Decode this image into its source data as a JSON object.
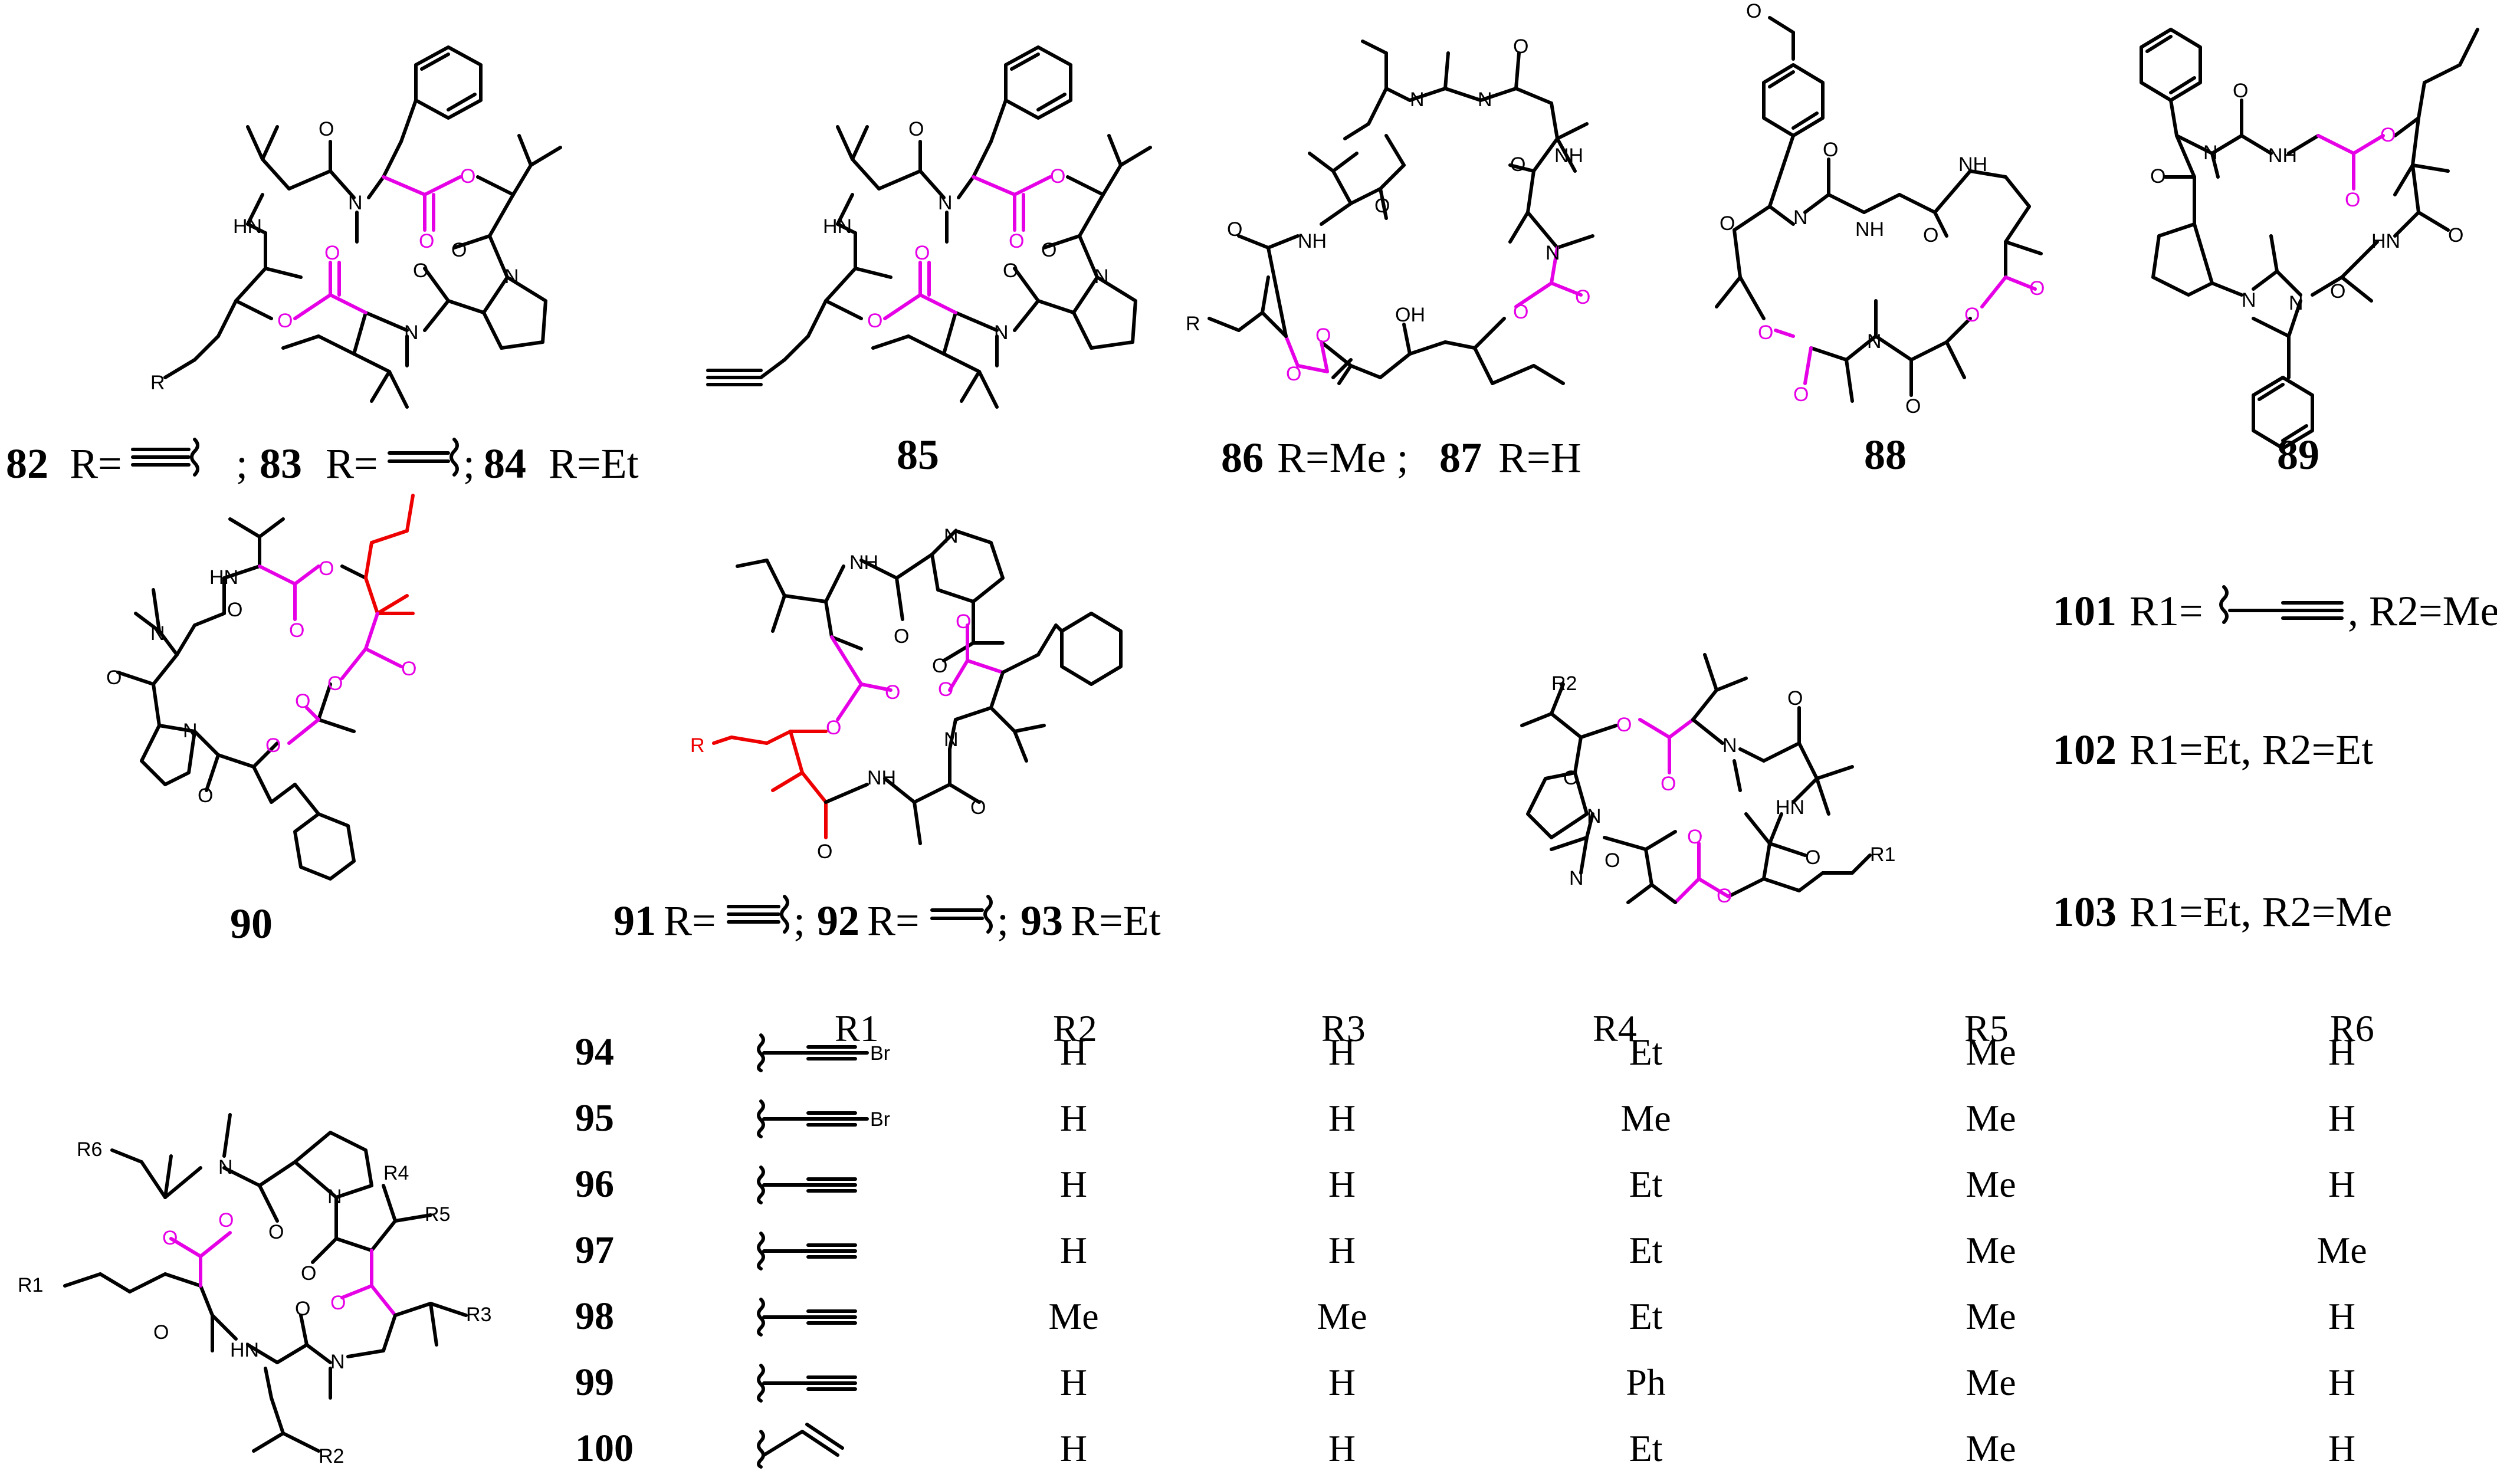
{
  "captions": {
    "c82": {
      "num1": "82",
      "t1": "R=",
      "sep1": ";",
      "num2": "83",
      "t2": "R=",
      "sep2": ";",
      "num3": "84",
      "t3": "R=Et"
    },
    "c85": {
      "num": "85"
    },
    "c86": {
      "num1": "86",
      "t1": "R=Me ;",
      "num2": "87",
      "t2": "R=H"
    },
    "c88": {
      "num": "88"
    },
    "c89": {
      "num": "89"
    },
    "c90": {
      "num": "90"
    },
    "c91": {
      "num1": "91",
      "t1": "R=",
      "sep1": ";",
      "num2": "92",
      "t2": "R=",
      "sep2": ";",
      "num3": "93",
      "t3": "R=Et"
    },
    "c101": {
      "num": "101",
      "t": "R1=",
      "t2": ", R2=Me"
    },
    "c102": {
      "num": "102",
      "t": "R1=Et, R2=Et"
    },
    "c103": {
      "num": "103",
      "t": "R1=Et, R2=Me"
    }
  },
  "atoms": {
    "NH": "NH",
    "HN": "HN",
    "N": "N",
    "O": "O",
    "OH": "OH",
    "R": "R",
    "R1": "R1",
    "R2": "R2",
    "R3": "R3",
    "R4": "R4",
    "R5": "R5",
    "R6": "R6",
    "Br": "Br"
  },
  "table": {
    "headers": [
      "R1",
      "R2",
      "R3",
      "R4",
      "R5",
      "R6"
    ],
    "rows": [
      {
        "id": "94",
        "r1": "Br-alkyne",
        "r2": "H",
        "r3": "H",
        "r4": "Et",
        "r5": "Me",
        "r6": "H"
      },
      {
        "id": "95",
        "r1": "Br-alkyne",
        "r2": "H",
        "r3": "H",
        "r4": "Me",
        "r5": "Me",
        "r6": "H"
      },
      {
        "id": "96",
        "r1": "alkyne",
        "r2": "H",
        "r3": "H",
        "r4": "Et",
        "r5": "Me",
        "r6": "H"
      },
      {
        "id": "97",
        "r1": "alkyne",
        "r2": "H",
        "r3": "H",
        "r4": "Et",
        "r5": "Me",
        "r6": "Me"
      },
      {
        "id": "98",
        "r1": "alkyne",
        "r2": "Me",
        "r3": "Me",
        "r4": "Et",
        "r5": "Me",
        "r6": "H"
      },
      {
        "id": "99",
        "r1": "alkyne",
        "r2": "H",
        "r3": "H",
        "r4": "Ph",
        "r5": "Me",
        "r6": "H"
      },
      {
        "id": "100",
        "r1": "alkene",
        "r2": "H",
        "r3": "H",
        "r4": "Et",
        "r5": "Me",
        "r6": "H"
      }
    ]
  },
  "colors": {
    "ester": "#e600e6",
    "highlight": "#ee0000",
    "bond": "#000000"
  }
}
